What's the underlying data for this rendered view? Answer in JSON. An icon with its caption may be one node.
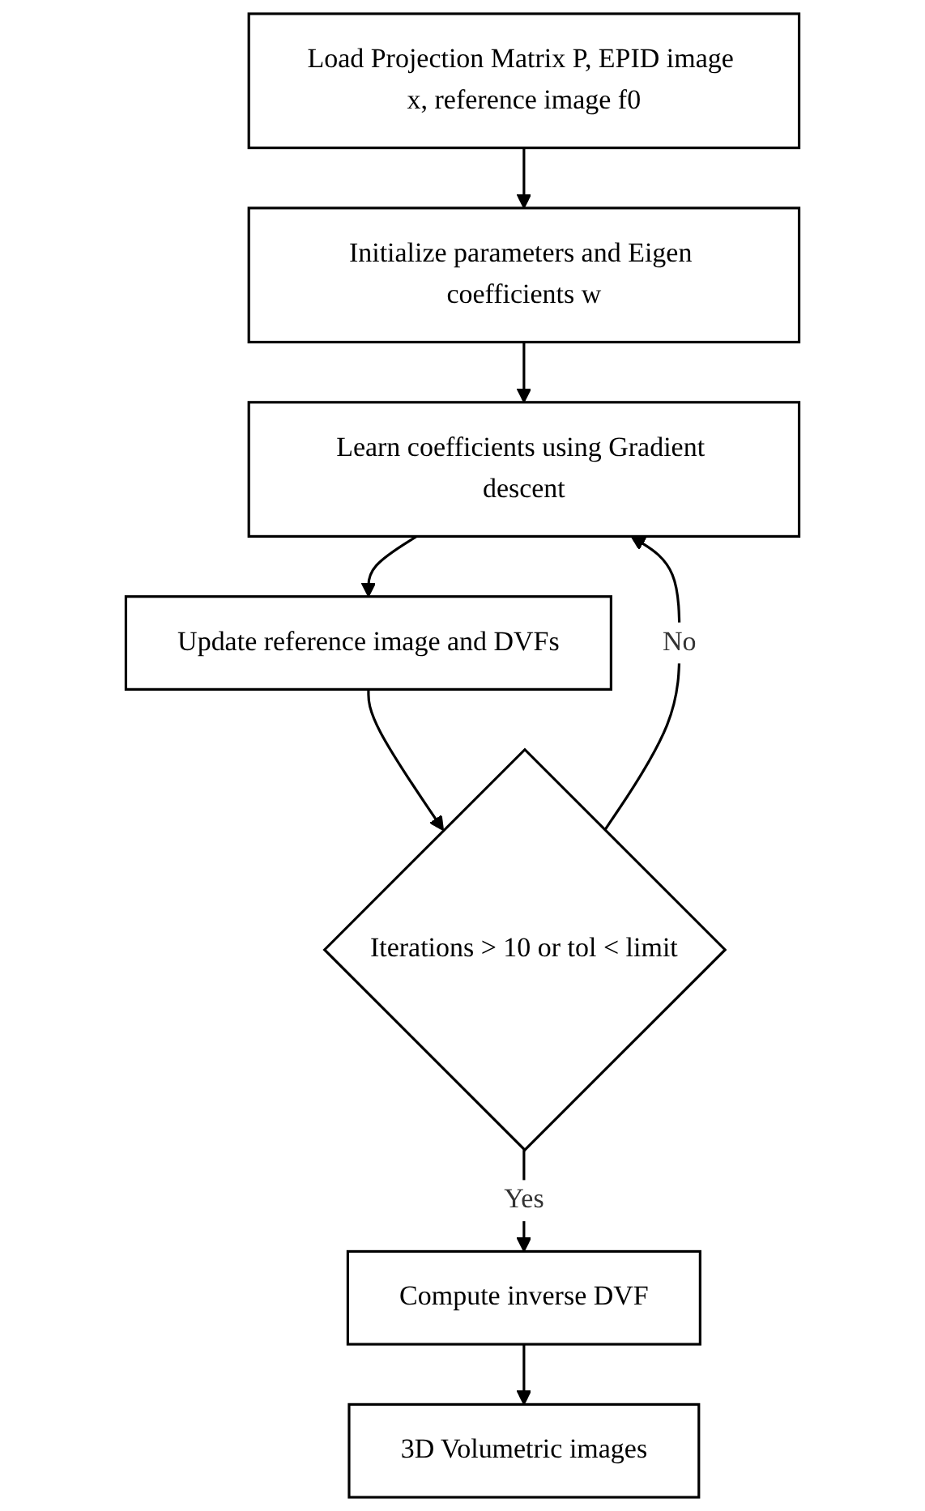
{
  "diagram": {
    "nodes": [
      {
        "text": [
          "Load Projection Matrix P, EPID image x, reference image f0"
        ]
      },
      {
        "text": [
          "Initialize parameters and Eigen coefficients w"
        ]
      },
      {
        "text": [
          "Learn coefficients using Gradient descent"
        ]
      },
      {
        "text": [
          "Update reference image and DVFs"
        ]
      },
      {
        "text": [
          "Iterations > 10 or tol < limit"
        ]
      },
      {
        "text": [
          "Compute inverse DVF"
        ]
      },
      {
        "text": [
          "3D Volumetric images"
        ]
      }
    ],
    "edges": [
      {
        "from": 0,
        "to": 1,
        "arrow": "to"
      },
      {
        "from": 1,
        "to": 2,
        "arrow": "to"
      },
      {
        "from": 2,
        "to": 3,
        "arrow": "to"
      },
      {
        "from": 3,
        "to": 4,
        "arrow": "to"
      },
      {
        "from": 4,
        "to": 2,
        "arrow": "to",
        "label": "No"
      },
      {
        "from": 4,
        "to": 5,
        "arrow": "to",
        "label": "Yes"
      },
      {
        "from": 5,
        "to": 6,
        "arrow": "to"
      }
    ]
  }
}
